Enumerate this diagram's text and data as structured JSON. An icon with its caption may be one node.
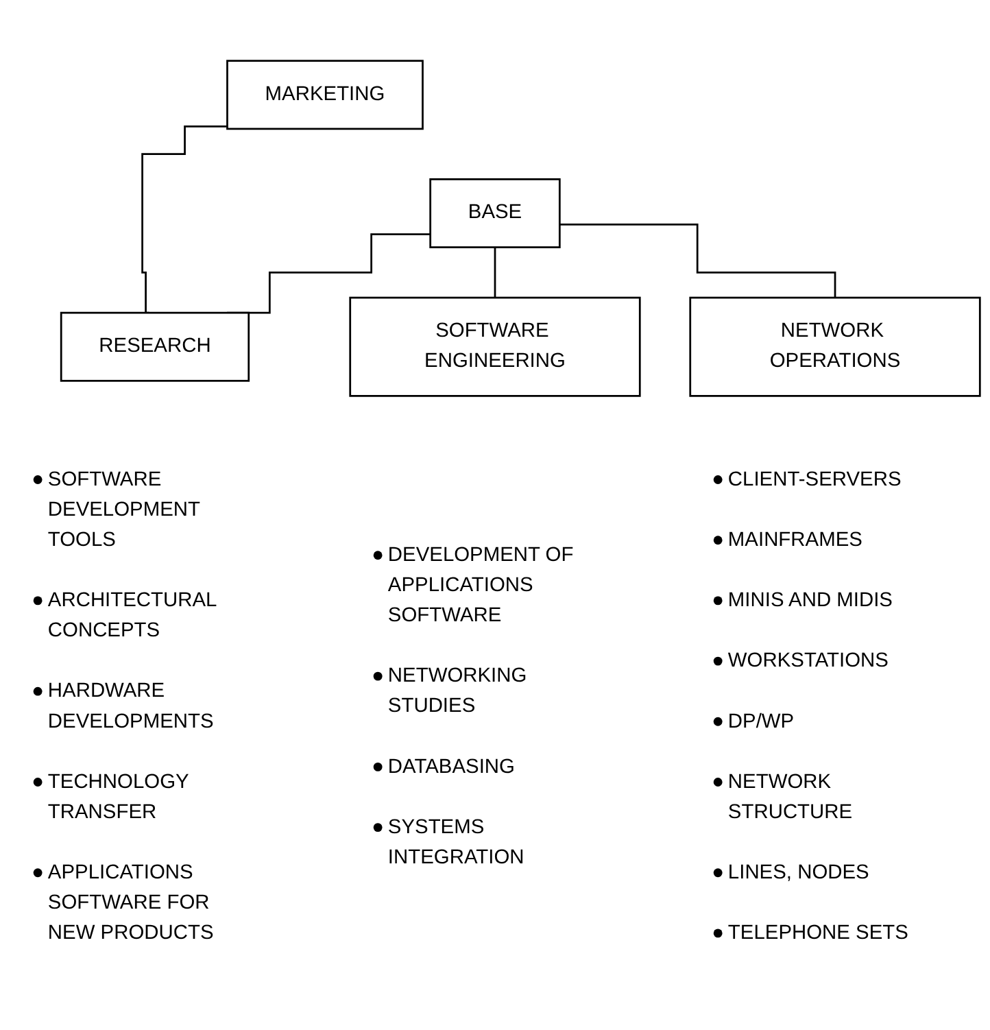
{
  "diagram": {
    "nodes": [
      {
        "text": [
          "MARKETING"
        ]
      },
      {
        "text": [
          "BASE"
        ]
      },
      {
        "text": [
          "RESEARCH"
        ],
        "beside": [
          "SOFTWARE DEVELOPMENT TOOLS",
          "ARCHITECTURAL CONCEPTS",
          "HARDWARE DEVELOPMENTS",
          "TECHNOLOGY TRANSFER",
          "APPLICATIONS SOFTWARE FOR NEW PRODUCTS"
        ]
      },
      {
        "text": [
          "SOFTWARE ENGINEERING"
        ],
        "beside": [
          "DEVELOPMENT OF APPLICATIONS SOFTWARE",
          "NETWORKING STUDIES",
          "DATABASING",
          "SYSTEMS INTEGRATION"
        ]
      },
      {
        "text": [
          "NETWORK OPERATIONS"
        ],
        "beside": [
          "CLIENT-SERVERS",
          "MAINFRAMES",
          "MINIS AND MIDIS",
          "WORKSTATIONS",
          "DP/WP",
          "NETWORK STRUCTURE",
          "LINES, NODES",
          "TELEPHONE SETS"
        ]
      }
    ],
    "edges": [
      {
        "from": 0,
        "to": 2,
        "arrow": "none"
      },
      {
        "from": 1,
        "to": 2,
        "arrow": "none"
      },
      {
        "from": 1,
        "to": 3,
        "arrow": "none"
      },
      {
        "from": 1,
        "to": 4,
        "arrow": "none"
      }
    ]
  }
}
